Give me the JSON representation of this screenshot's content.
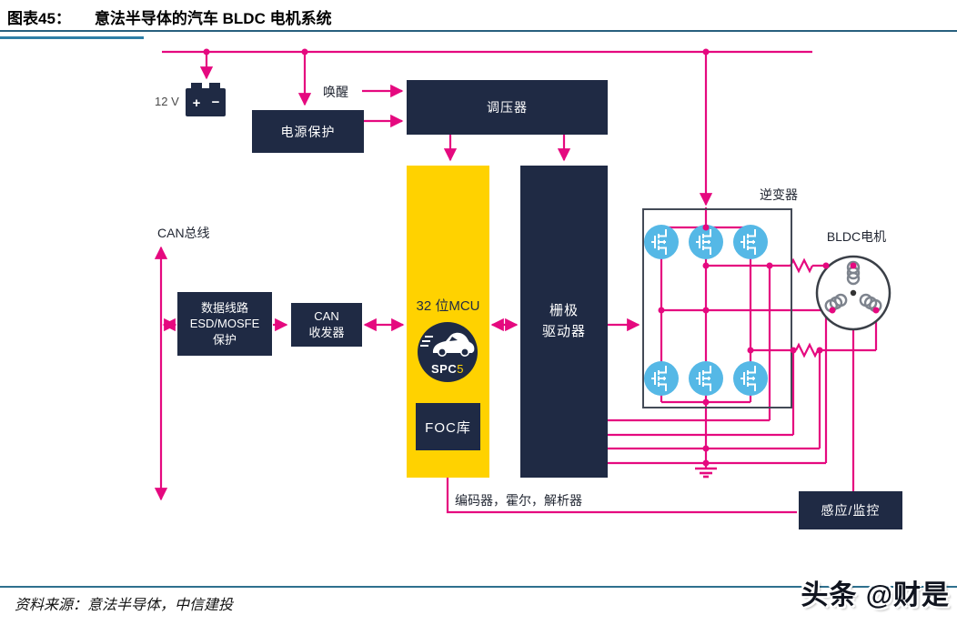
{
  "header": {
    "figure_label": "图表45：",
    "title": "意法半导体的汽车 BLDC 电机系统"
  },
  "diagram": {
    "battery_label": "12 V",
    "battery_plus": "+",
    "battery_minus": "−",
    "wake": "唤醒",
    "power_protection": "电源保护",
    "regulator": "调压器",
    "can_bus": "CAN总线",
    "esd_line1": "数据线路",
    "esd_line2": "ESD/MOSFE",
    "esd_line3": "保护",
    "can_transceiver_line1": "CAN",
    "can_transceiver_line2": "收发器",
    "mcu_title": "32 位MCU",
    "chip_name": "SPC",
    "chip_name_suffix": "5",
    "foc": "FOC库",
    "gate_driver_line1": "栅极",
    "gate_driver_line2": "驱动器",
    "inverter": "逆变器",
    "motor": "BLDC电机",
    "encoder": "编码器，霍尔，解析器",
    "sensing": "感应/监控",
    "colors": {
      "accent_pink": "#e5097f",
      "navy": "#1f2a44",
      "mcu_yellow": "#ffd200",
      "mosfet_blue": "#55b8e6",
      "rule_teal": "#28607e"
    }
  },
  "footer": {
    "source": "资料来源：意法半导体，中信建投",
    "watermark": "头条 @财是"
  }
}
